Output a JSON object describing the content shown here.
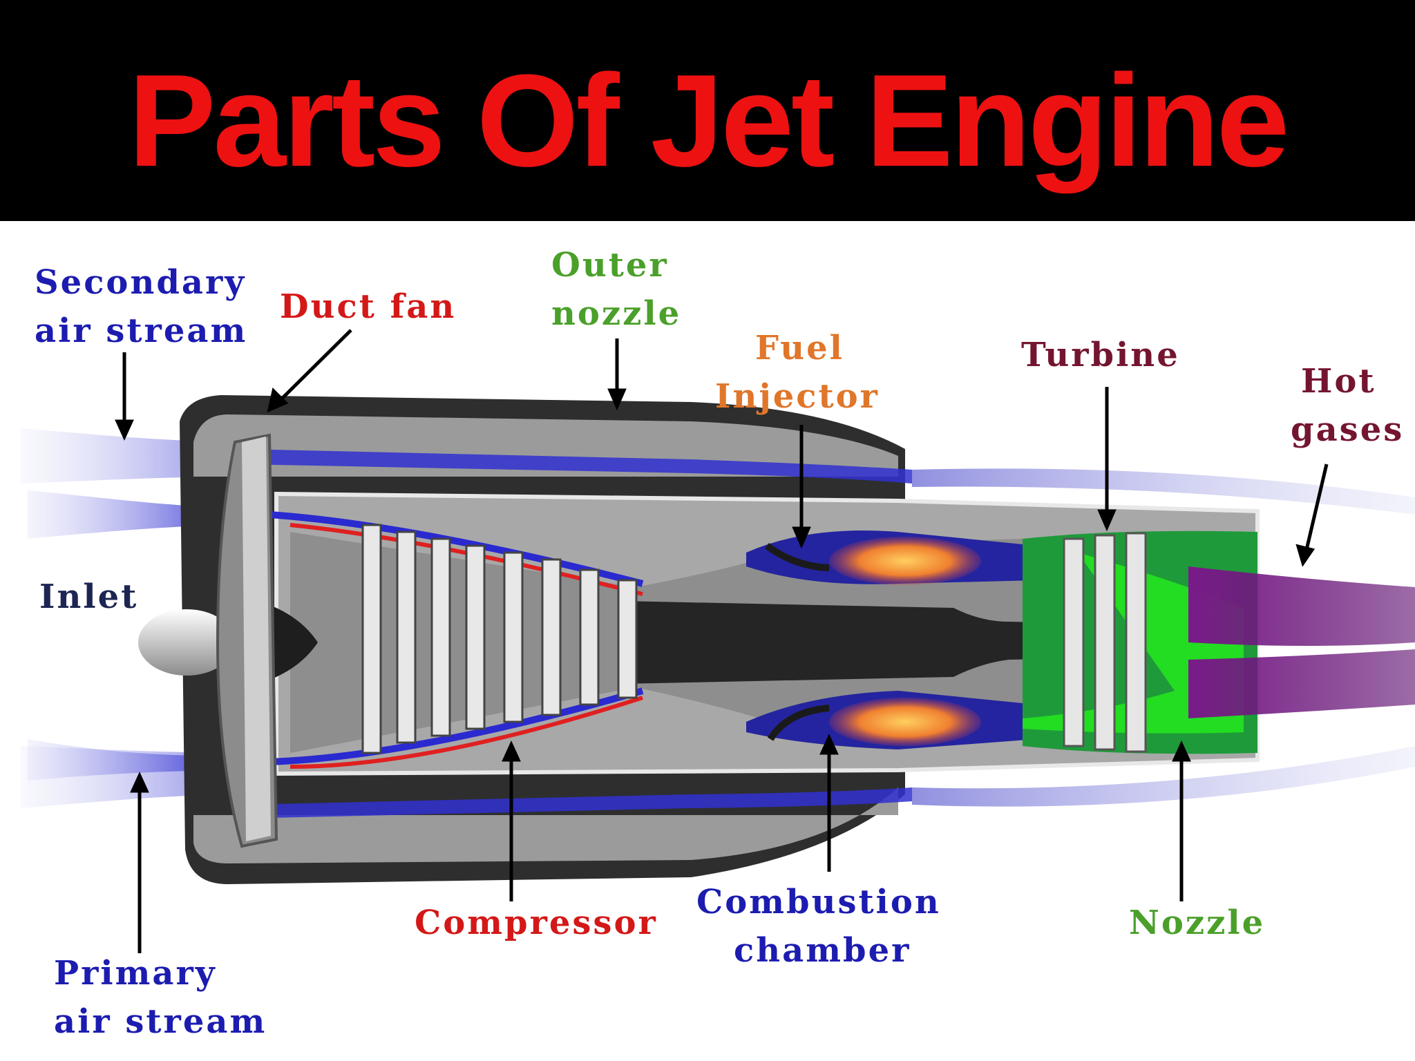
{
  "title": "Parts Of Jet Engine",
  "colors": {
    "background": "#ffffff",
    "title_bar": "#000000",
    "title_text": "#ee1111",
    "blue_label": "#1c1cb0",
    "red_label": "#d41818",
    "green_label": "#4aa02a",
    "orange_label": "#e0762a",
    "maroon_label": "#741530",
    "navy_label": "#1d2552",
    "casing": "#9b9b9b",
    "casing_dark": "#2e2e2e",
    "air_flow": "#3030d0",
    "flame": "#f0862a",
    "exhaust_green": "#22cc22",
    "hot_gas": "#6a1a7a"
  },
  "labels": {
    "secondary_air": [
      "Secondary",
      "air stream"
    ],
    "duct_fan": [
      "Duct fan"
    ],
    "outer_nozzle": [
      "Outer",
      "nozzle"
    ],
    "fuel_injector": [
      "Fuel",
      "Injector"
    ],
    "turbine": [
      "Turbine"
    ],
    "hot_gases": [
      "Hot",
      "gases"
    ],
    "inlet": [
      "Inlet"
    ],
    "compressor": [
      "Compressor"
    ],
    "combustion_chamber": [
      "Combustion",
      "chamber"
    ],
    "nozzle": [
      "Nozzle"
    ],
    "primary_air": [
      "Primary",
      "air stream"
    ]
  }
}
